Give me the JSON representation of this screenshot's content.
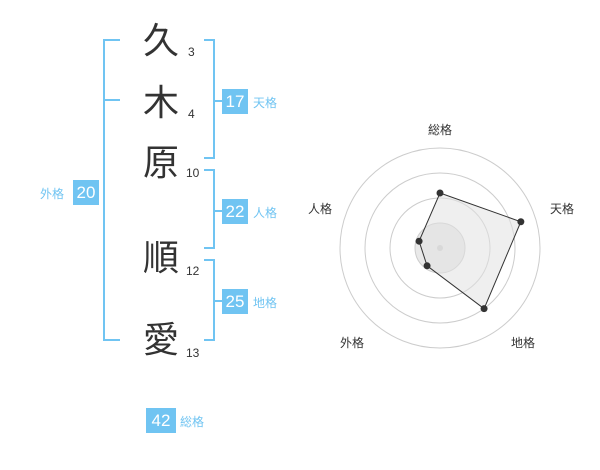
{
  "name": {
    "chars": [
      {
        "char": "久",
        "strokes": "3"
      },
      {
        "char": "木",
        "strokes": "4"
      },
      {
        "char": "原",
        "strokes": "10"
      },
      {
        "char": "順",
        "strokes": "12"
      },
      {
        "char": "愛",
        "strokes": "13"
      }
    ]
  },
  "kakusu": {
    "tenkaku": {
      "value": "17",
      "label": "天格"
    },
    "jinkaku": {
      "value": "22",
      "label": "人格"
    },
    "chikaku": {
      "value": "25",
      "label": "地格"
    },
    "gaikaku": {
      "value": "20",
      "label": "外格"
    },
    "soukaku": {
      "value": "42",
      "label": "総格"
    }
  },
  "chart_data": {
    "type": "radar",
    "axes": [
      "総格",
      "天格",
      "地格",
      "外格",
      "人格"
    ],
    "values": [
      0.55,
      0.85,
      0.75,
      0.22,
      0.22
    ],
    "rings": 4,
    "colors": {
      "accent": "#70c4f2",
      "bracket": "#70c4f2",
      "fill": "#eeeeee",
      "line": "#333333",
      "grid": "#cccccc"
    }
  }
}
